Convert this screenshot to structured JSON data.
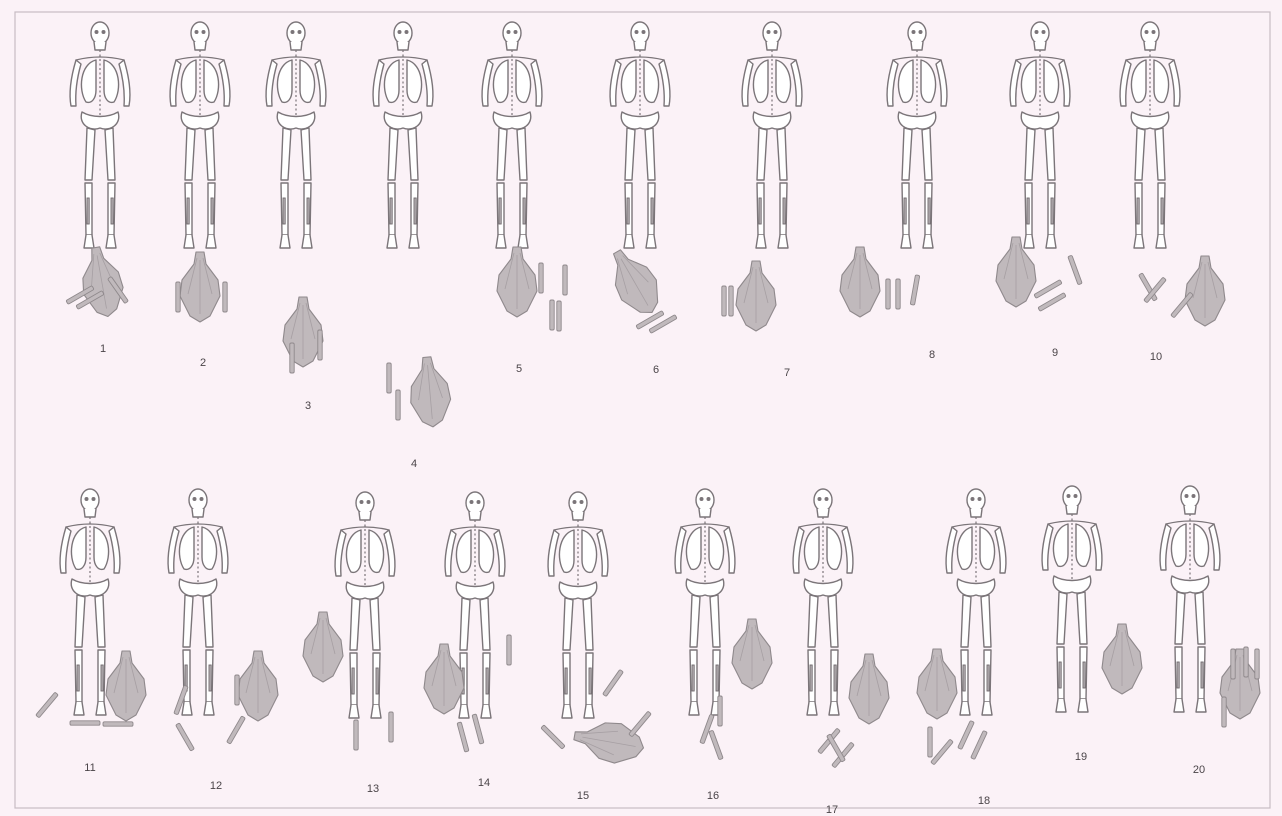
{
  "burials": [
    {
      "label": "1"
    },
    {
      "label": "2"
    },
    {
      "label": "3"
    },
    {
      "label": "4"
    },
    {
      "label": "5"
    },
    {
      "label": "6"
    },
    {
      "label": "7"
    },
    {
      "label": "8"
    },
    {
      "label": "9"
    },
    {
      "label": "10"
    },
    {
      "label": "11"
    },
    {
      "label": "12"
    },
    {
      "label": "13"
    },
    {
      "label": "14"
    },
    {
      "label": "15"
    },
    {
      "label": "16"
    },
    {
      "label": "17"
    },
    {
      "label": "18"
    },
    {
      "label": "19"
    },
    {
      "label": "20"
    }
  ],
  "colors": {
    "background": "#fbf2f7",
    "bone_outline": "#7b7579",
    "animal_deposit_fill": "#c0b9bc"
  }
}
